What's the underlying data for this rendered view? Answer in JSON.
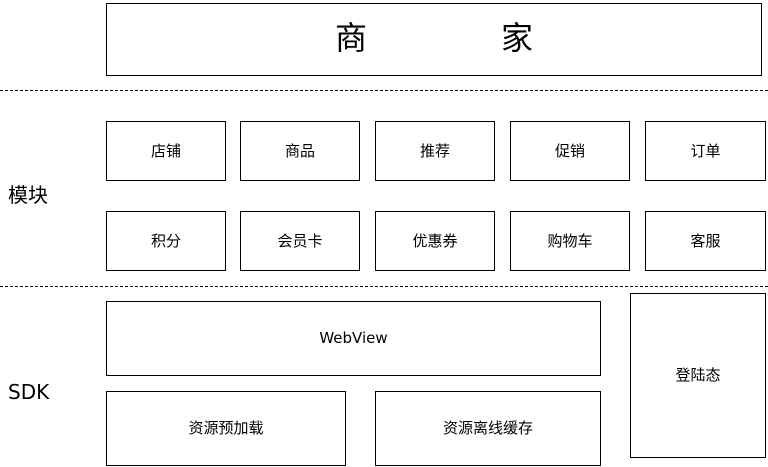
{
  "merchant": {
    "char1": "商",
    "char2": "家"
  },
  "modules": {
    "label": "模块",
    "row1": [
      "店铺",
      "商品",
      "推荐",
      "促销",
      "订单"
    ],
    "row2": [
      "积分",
      "会员卡",
      "优惠券",
      "购物车",
      "客服"
    ]
  },
  "sdk": {
    "label": "SDK",
    "webview": "WebView",
    "preload": "资源预加载",
    "offline_cache": "资源离线缓存",
    "login_state": "登陆态"
  }
}
